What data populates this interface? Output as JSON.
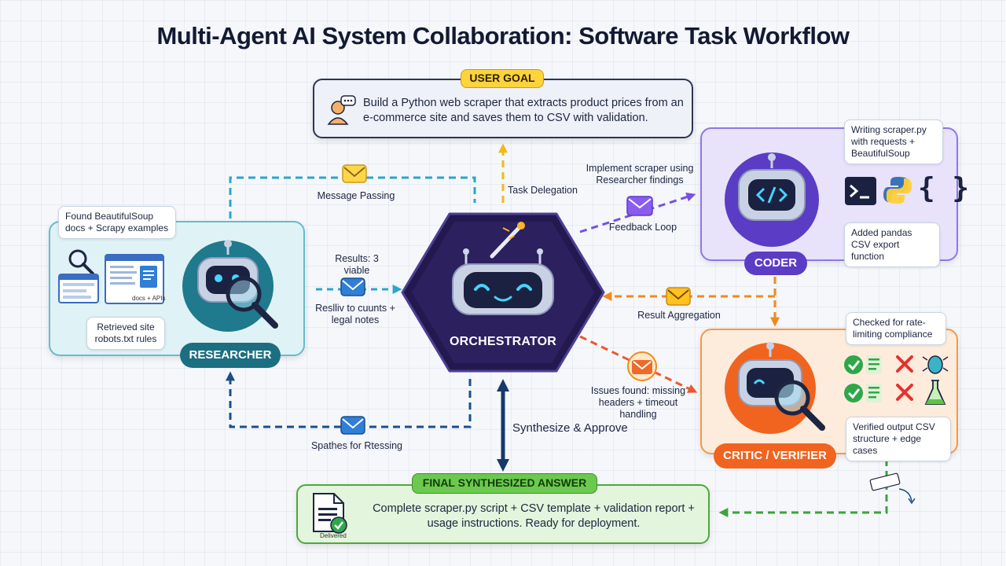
{
  "title": "Multi-Agent AI System Collaboration: Software Task Workflow",
  "colors": {
    "researcher": "#1c6f80",
    "coder": "#5b3cc4",
    "critic": "#f0641f",
    "orchestrator": "#2a1f5c",
    "final": "#4fa83d",
    "goal_tag": "#ffd33c"
  },
  "user_goal": {
    "tag": "USER GOAL",
    "text": "Build a Python web scraper that extracts product prices from an e-commerce site and saves them to CSV with validation.",
    "icon": "user-chat-icon"
  },
  "orchestrator": {
    "label": "ORCHESTRATOR",
    "icon": "robot-wand-icon"
  },
  "researcher": {
    "label": "RESEARCHER",
    "note_top": "Found BeautifulSoup docs + Scrapy examples",
    "note_bottom": "Retrieved site robots.txt rules",
    "doc_caption": "docs + APIs",
    "icons": [
      "magnifier-icon",
      "browser-window-icon",
      "document-icon",
      "robot-magnifier-icon"
    ]
  },
  "coder": {
    "label": "CODER",
    "note_top": "Writing scraper.py with requests + BeautifulSoup",
    "note_bottom": "Added pandas CSV export function",
    "icons": [
      "robot-code-icon",
      "terminal-icon",
      "python-icon",
      "braces-icon"
    ]
  },
  "critic": {
    "label": "CRITIC / VERIFIER",
    "note_top": "Checked for rate-limiting compliance",
    "note_bottom": "Verified output CSV structure + edge cases",
    "icons": [
      "robot-magnifier-icon",
      "check-icon",
      "cross-icon",
      "bug-icon",
      "flask-icon"
    ]
  },
  "final_answer": {
    "tag": "FINAL SYNTHESIZED ANSWER",
    "text": "Complete scraper.py script + CSV template + validation report + usage instructions. Ready for deployment.",
    "icon_caption": "Delivered"
  },
  "connectors": {
    "message_passing": "Message Passing",
    "task_delegation": "Task Delegation",
    "implement": "Implement scraper using Researcher findings",
    "feedback_loop": "Feedback Loop",
    "results": "Results: 3 viable",
    "results_note": "Reslliv to cuunts + legal notes",
    "result_aggregation": "Result Aggregation",
    "issues_found": "Issues found: missing headers + timeout handling",
    "synthesize": "Synthesize & Approve",
    "syntheses": "Spathes for Rtessing"
  }
}
